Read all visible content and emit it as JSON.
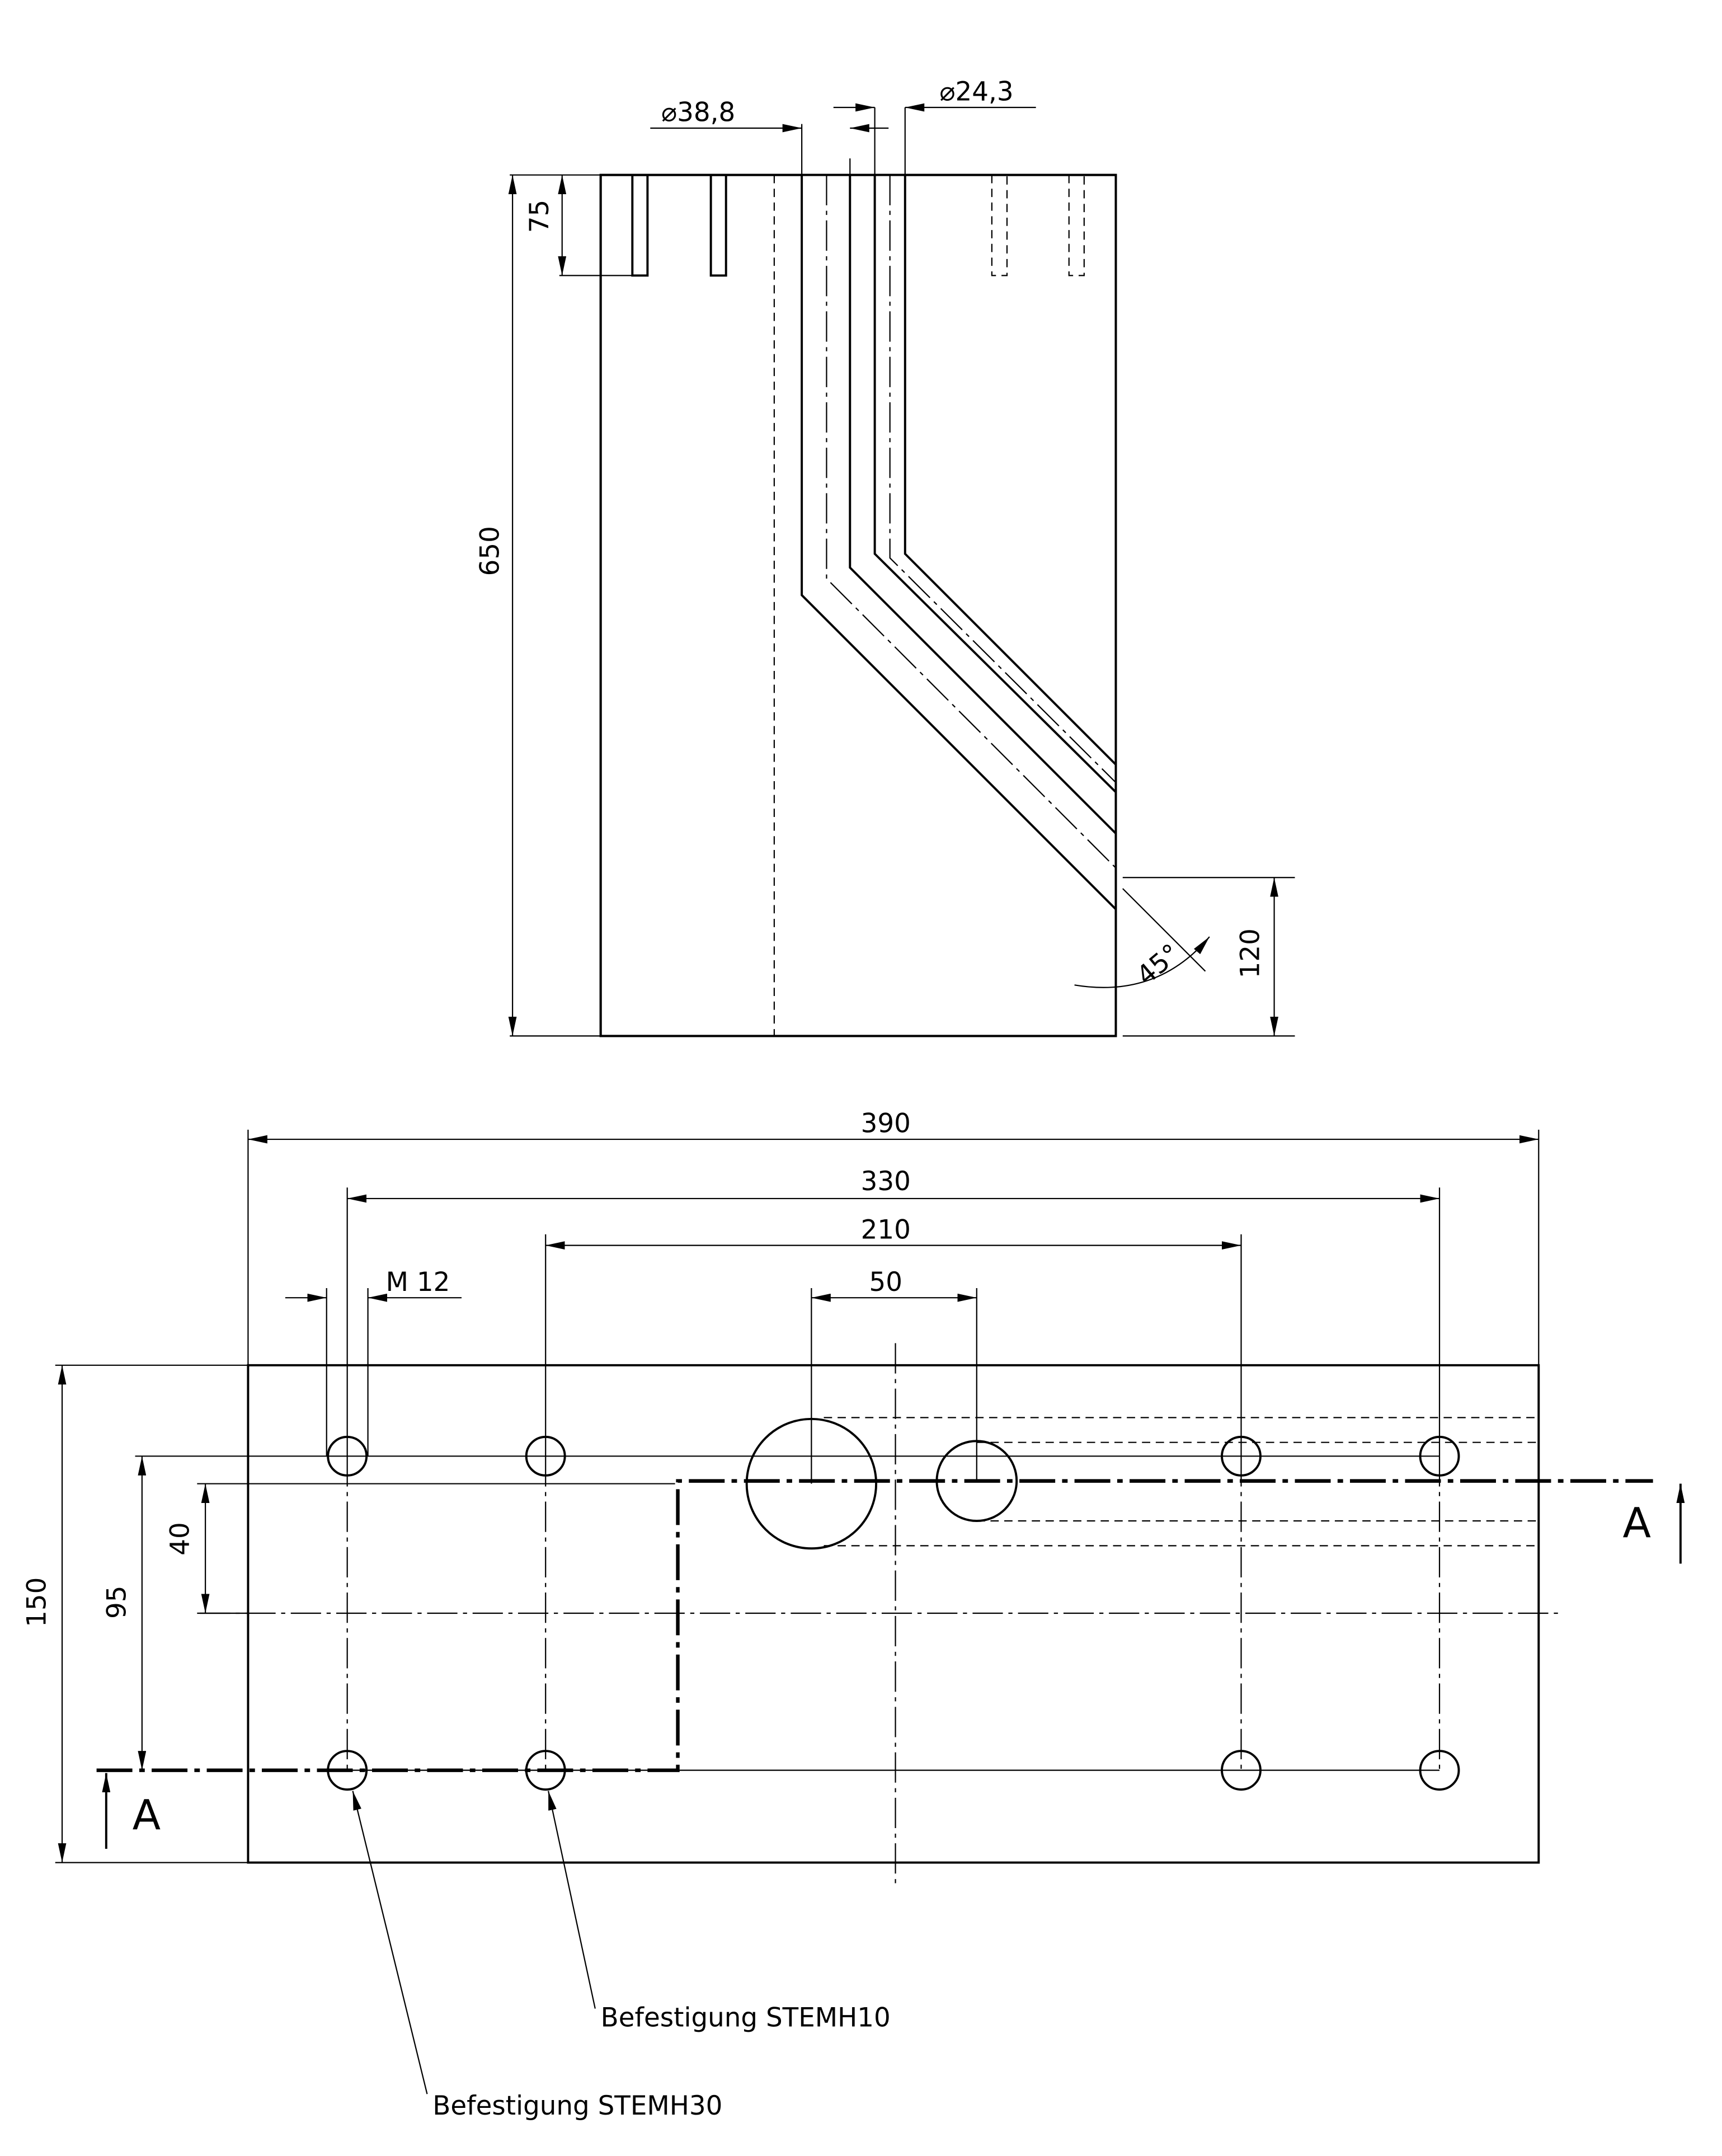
{
  "section_view": {
    "dims": {
      "height": "650",
      "bore_depth": "75",
      "exit_height": "120",
      "angle": "45°",
      "dia_large": "⌀38,8",
      "dia_small": "⌀24,3"
    }
  },
  "top_view": {
    "dims": {
      "width": "390",
      "outer_spacing": "330",
      "inner_spacing": "210",
      "bore_spacing": "50",
      "thread": "M 12",
      "depth": "150",
      "hole_spacing": "95",
      "bore_offset": "40"
    },
    "section_label_left": "A",
    "section_label_right": "A",
    "callouts": [
      "Befestigung STEMH10",
      "Befestigung STEMH30"
    ]
  },
  "colors": {
    "line": "#000000",
    "background": "#ffffff"
  }
}
